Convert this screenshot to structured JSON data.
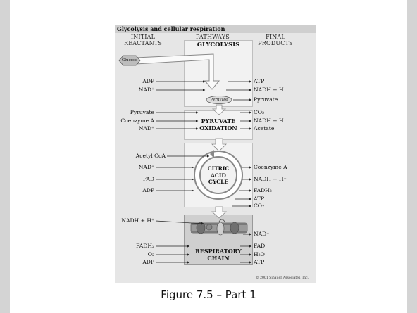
{
  "figure": {
    "title": "Glycolysis and cellular respiration",
    "columns": {
      "initial": "INITIAL\nREACTANTS",
      "pathways": "PATHWAYS",
      "final": "FINAL\nPRODUCTS"
    },
    "stages": {
      "glycolysis": "GLYCOLYSIS",
      "pyruvate_oxidation": "PYRUVATE\nOXIDATION",
      "citric_acid_cycle": "CITRIC\nACID\nCYCLE",
      "respiratory_chain": "RESPIRATORY\nCHAIN"
    },
    "glucose_label": "Glucose",
    "pyruvate_label": "Pyruvate",
    "glycolysis_inputs": [
      "ADP",
      "NAD⁺"
    ],
    "glycolysis_outputs": [
      "ATP",
      "NADH + H⁺",
      "Pyruvate"
    ],
    "oxidation_inputs": [
      "Pyruvate",
      "Coenzyme A",
      "NAD⁺"
    ],
    "oxidation_outputs": [
      "CO₂",
      "NADH + H⁺",
      "Acetate"
    ],
    "cycle_inputs": [
      "Acetyl CoA",
      "NAD⁺",
      "FAD",
      "ADP"
    ],
    "cycle_outputs": [
      "Coenzyme A",
      "NADH + H⁺",
      "FADH₂",
      "ATP",
      "CO₂"
    ],
    "chain_inputs": [
      "NADH + H⁺",
      "FADH₂",
      "O₂",
      "ADP"
    ],
    "chain_outputs": [
      "NAD⁺",
      "FAD",
      "H₂O",
      "ATP"
    ],
    "copyright": "© 2001 Sinauer Associates, Inc."
  },
  "caption": "Figure 7.5 – Part 1"
}
